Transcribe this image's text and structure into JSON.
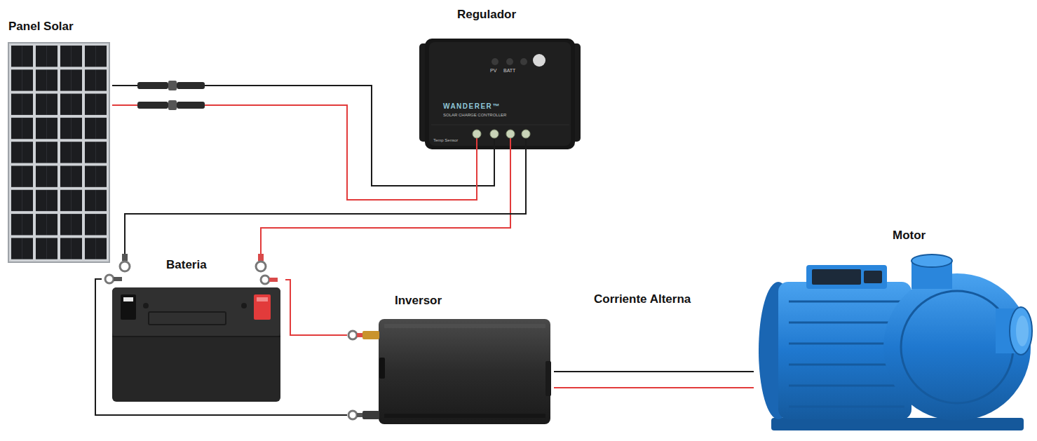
{
  "diagram": {
    "nodes": [
      {
        "text": [
          "Panel Solar"
        ]
      },
      {
        "text": [
          "Regulador"
        ]
      },
      {
        "text": [
          "Bateria"
        ]
      },
      {
        "text": [
          "Inversor"
        ]
      },
      {
        "text": [
          "Motor"
        ]
      }
    ],
    "edges": [
      {
        "from": 0,
        "to": 1,
        "arrow": "none"
      },
      {
        "from": 0,
        "to": 1,
        "arrow": "none"
      },
      {
        "from": 1,
        "to": 2,
        "arrow": "none"
      },
      {
        "from": 1,
        "to": 2,
        "arrow": "none"
      },
      {
        "from": 2,
        "to": 3,
        "arrow": "none"
      },
      {
        "from": 2,
        "to": 3,
        "arrow": "none"
      },
      {
        "from": 3,
        "to": 4,
        "arrow": "none",
        "label": "Corriente Alterna"
      },
      {
        "from": 3,
        "to": 4,
        "arrow": "none"
      }
    ],
    "labels": [
      "PV",
      "BATT",
      "WANDERER™",
      "SOLAR CHARGE CONTROLLER",
      "Temp Sensor"
    ]
  }
}
